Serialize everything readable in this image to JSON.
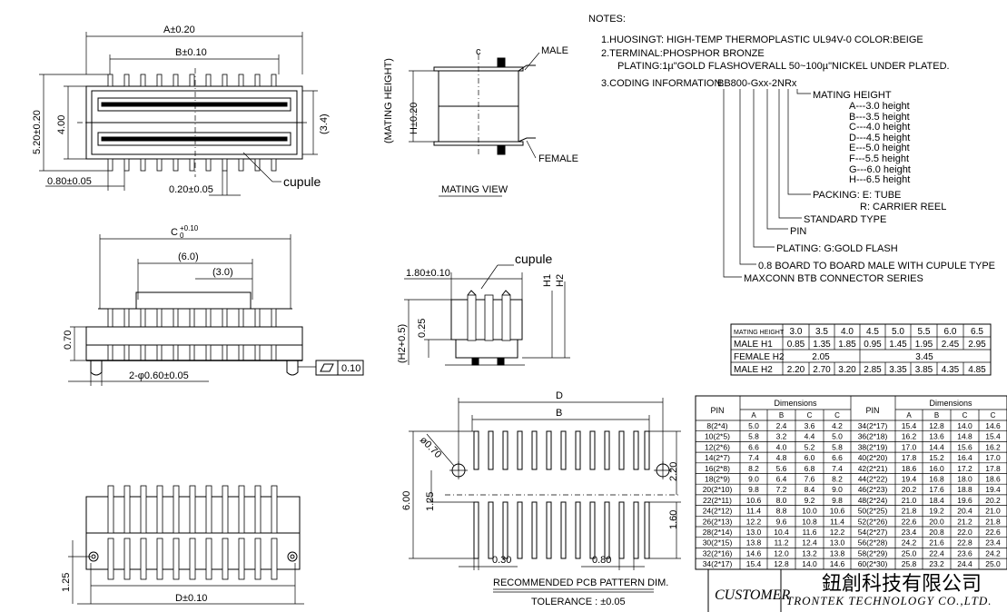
{
  "notes": {
    "title": "NOTES:",
    "line1": "1.HUOSINGT: HIGH-TEMP THERMOPLASTIC UL94V-0 COLOR:BEIGE",
    "line2": "2.TERMINAL:PHOSPHOR BRONZE",
    "line2b": "PLATING:1µ\"GOLD FLASHOVERALL 50~100µ\"NICKEL UNDER PLATED.",
    "line3": "3.CODING INFORMATION:",
    "code": "BB800-Gxx-2NRx",
    "mating_height_title": "MATING HEIGHT",
    "heights": [
      "A---3.0 height",
      "B---3.5 height",
      "C---4.0 height",
      "D---4.5 height",
      "E---5.0 height",
      "F---5.5 height",
      "G---6.0 height",
      "H---6.5 height"
    ],
    "packing1": "PACKING: E: TUBE",
    "packing2": "R: CARRIER REEL",
    "standard": "STANDARD TYPE",
    "pin": "PIN",
    "plating": "PLATING: G:GOLD FLASH",
    "board": "0.8 BOARD TO BOARD MALE WITH CUPULE TYPE",
    "series": "MAXCONN BTB CONNECTOR SERIES"
  },
  "top_view": {
    "a": "A±0.20",
    "b": "B±0.10",
    "h520": "5.20±0.20",
    "h400": "4.00",
    "h34": "(3.4)",
    "d080": "0.80±0.05",
    "d020": "0.20±0.05",
    "cupule": "cupule"
  },
  "side_view": {
    "c": "C",
    "c_tol_top": "+0.10",
    "c_tol_bot": "0",
    "d60": "(6.0)",
    "d30": "(3.0)",
    "d070": "0.70",
    "holes": "2-φ0.60±0.05",
    "flat": "0.10"
  },
  "bottom_view": {
    "d": "D±0.10",
    "d125": "1.25"
  },
  "mating_view": {
    "title": "MATING VIEW",
    "mating_height": "(MATING HEIGHT)",
    "h": "H±0.20",
    "male": "MALE",
    "female": "FEMALE",
    "c_mark": "c"
  },
  "end_view": {
    "d180": "1.80±0.10",
    "cupule": "cupule",
    "h1": "H1",
    "h2": "H2",
    "h2b": "(H2+0.5)",
    "d025": "0.25"
  },
  "pcb": {
    "d": "D",
    "b": "B",
    "dia": "ø0.70",
    "h600": "6.00",
    "h125": "1.25",
    "h220": "2.20",
    "h160": "1.60",
    "w030": "0.30",
    "w080": "0.80",
    "title": "RECOMMENDED PCB PATTERN DIM.",
    "tolerance": "TOLERANCE : ±0.05"
  },
  "height_table": {
    "header": [
      "MATING HEIGHT",
      "3.0",
      "3.5",
      "4.0",
      "4.5",
      "5.0",
      "5.5",
      "6.0",
      "6.5"
    ],
    "male_h1": [
      "MALE H1",
      "0.85",
      "1.35",
      "1.85",
      "0.95",
      "1.45",
      "1.95",
      "2.45",
      "2.95"
    ],
    "female_h2_label": "FEMALE H2",
    "female_h2_a": "2.05",
    "female_h2_b": "3.45",
    "male_h2": [
      "MALE H2",
      "2.20",
      "2.70",
      "3.20",
      "2.85",
      "3.35",
      "3.85",
      "4.35",
      "4.85"
    ]
  },
  "dim_table": {
    "pin": "PIN",
    "dimensions": "Dimensions",
    "cols": [
      "A",
      "B",
      "C",
      "C"
    ],
    "left": [
      [
        "8(2*4)",
        "5.0",
        "2.4",
        "3.6",
        "4.2"
      ],
      [
        "10(2*5)",
        "5.8",
        "3.2",
        "4.4",
        "5.0"
      ],
      [
        "12(2*6)",
        "6.6",
        "4.0",
        "5.2",
        "5.8"
      ],
      [
        "14(2*7)",
        "7.4",
        "4.8",
        "6.0",
        "6.6"
      ],
      [
        "16(2*8)",
        "8.2",
        "5.6",
        "6.8",
        "7.4"
      ],
      [
        "18(2*9)",
        "9.0",
        "6.4",
        "7.6",
        "8.2"
      ],
      [
        "20(2*10)",
        "9.8",
        "7.2",
        "8.4",
        "9.0"
      ],
      [
        "22(2*11)",
        "10.6",
        "8.0",
        "9.2",
        "9.8"
      ],
      [
        "24(2*12)",
        "11.4",
        "8.8",
        "10.0",
        "10.6"
      ],
      [
        "26(2*13)",
        "12.2",
        "9.6",
        "10.8",
        "11.4"
      ],
      [
        "28(2*14)",
        "13.0",
        "10.4",
        "11.6",
        "12.2"
      ],
      [
        "30(2*15)",
        "13.8",
        "11.2",
        "12.4",
        "13.0"
      ],
      [
        "32(2*16)",
        "14.6",
        "12.0",
        "13.2",
        "13.8"
      ],
      [
        "34(2*17)",
        "15.4",
        "12.8",
        "14.0",
        "14.6"
      ]
    ],
    "right": [
      [
        "34(2*17)",
        "15.4",
        "12.8",
        "14.0",
        "14.6"
      ],
      [
        "36(2*18)",
        "16.2",
        "13.6",
        "14.8",
        "15.4"
      ],
      [
        "38(2*19)",
        "17.0",
        "14.4",
        "15.6",
        "16.2"
      ],
      [
        "40(2*20)",
        "17.8",
        "15.2",
        "16.4",
        "17.0"
      ],
      [
        "42(2*21)",
        "18.6",
        "16.0",
        "17.2",
        "17.8"
      ],
      [
        "44(2*22)",
        "19.4",
        "16.8",
        "18.0",
        "18.6"
      ],
      [
        "46(2*23)",
        "20.2",
        "17.6",
        "18.8",
        "19.4"
      ],
      [
        "48(2*24)",
        "21.0",
        "18.4",
        "19.6",
        "20.2"
      ],
      [
        "50(2*25)",
        "21.8",
        "19.2",
        "20.4",
        "21.0"
      ],
      [
        "52(2*26)",
        "22.6",
        "20.0",
        "21.2",
        "21.8"
      ],
      [
        "54(2*27)",
        "23.4",
        "20.8",
        "22.0",
        "22.6"
      ],
      [
        "56(2*28)",
        "24.2",
        "21.6",
        "22.8",
        "23.4"
      ],
      [
        "58(2*29)",
        "25.0",
        "22.4",
        "23.6",
        "24.2"
      ],
      [
        "60(2*30)",
        "25.8",
        "23.2",
        "24.4",
        "25.0"
      ]
    ]
  },
  "title_block": {
    "customer": "CUSTOMER",
    "company_cn": "鈕創科技有限公司",
    "company_en": "TRONTEK TECHNOLOGY CO.,LTD."
  }
}
